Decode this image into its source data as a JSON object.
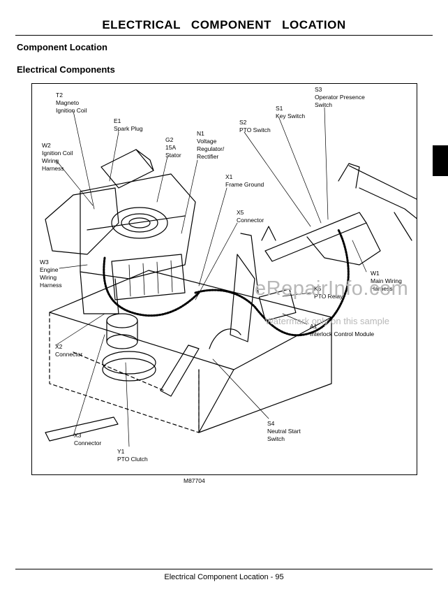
{
  "page": {
    "title": "ELECTRICAL   COMPONENT LOCATION",
    "heading": "Component Location",
    "subheading": "Electrical Components",
    "figure_id": "M87704",
    "footer": "Electrical   Component Location - 95"
  },
  "labels": {
    "t2": [
      "T2",
      "Magneto",
      "Ignition Coil"
    ],
    "e1": [
      "E1",
      "Spark Plug"
    ],
    "w2": [
      "W2",
      "Ignition Coil",
      "Wiring",
      "Harness"
    ],
    "g2": [
      "G2",
      "15A",
      "Stator"
    ],
    "n1": [
      "N1",
      "Voltage",
      "Regulator/",
      "Rectifier"
    ],
    "s2": [
      "S2",
      "PTO Switch"
    ],
    "s1": [
      "S1",
      "Key Switch"
    ],
    "s3": [
      "S3",
      "Operator Presence",
      "Switch"
    ],
    "x1": [
      "X1",
      "Frame Ground"
    ],
    "x5": [
      "X5",
      "Connector"
    ],
    "w3": [
      "W3",
      "Engine",
      "Wiring",
      "Harness"
    ],
    "w1": [
      "W1",
      "Main Wiring",
      "Harness"
    ],
    "k5": [
      "K5",
      "PTO Relay"
    ],
    "a1": [
      "A1",
      "Interlock Control Module"
    ],
    "x2": [
      "X2",
      "Connector"
    ],
    "s4": [
      "S4",
      "Neutral Start",
      "Switch"
    ],
    "x3": [
      "X3",
      "Connector"
    ],
    "y1": [
      "Y1",
      "PTO Clutch"
    ]
  },
  "watermark": {
    "site": "eRepairInfo.com",
    "notice": "Watermark only on this sample"
  }
}
